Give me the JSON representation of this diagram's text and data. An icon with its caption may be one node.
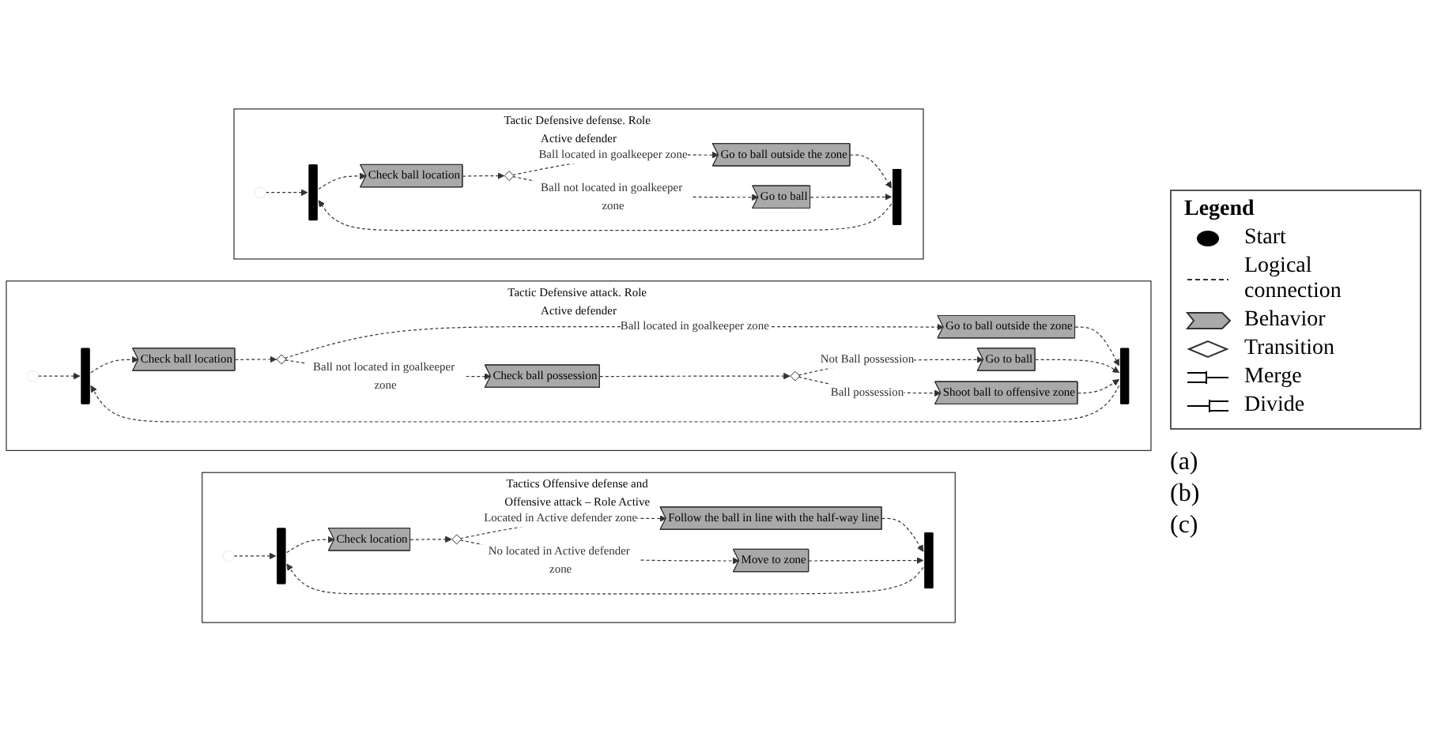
{
  "diagram": {
    "nodes": [
      {
        "text": [
          "Tactic Defensive defense. Role Active defender"
        ]
      },
      {
        "text": [],
        "shape": "circle",
        "in": 0
      },
      {
        "text": [],
        "shape": "bar",
        "in": 0
      },
      {
        "text": [
          "Check ball location"
        ],
        "in": 0
      },
      {
        "text": [],
        "shape": "diamond",
        "in": 0
      },
      {
        "text": [
          "Go to ball outside the zone"
        ],
        "in": 0
      },
      {
        "text": [
          "Go to ball"
        ],
        "in": 0
      },
      {
        "text": [],
        "shape": "bar",
        "in": 0
      },
      {
        "text": [
          "Tactic Defensive attack. Role Active defender"
        ]
      },
      {
        "text": [],
        "shape": "circle",
        "in": 8
      },
      {
        "text": [],
        "shape": "bar",
        "in": 8
      },
      {
        "text": [
          "Check ball location"
        ],
        "in": 8
      },
      {
        "text": [],
        "shape": "diamond",
        "in": 8
      },
      {
        "text": [
          "Go to ball outside the zone"
        ],
        "in": 8
      },
      {
        "text": [
          "Check ball possession"
        ],
        "in": 8
      },
      {
        "text": [],
        "shape": "diamond",
        "in": 8
      },
      {
        "text": [
          "Go to ball"
        ],
        "in": 8
      },
      {
        "text": [
          "Shoot ball to offensive zone"
        ],
        "in": 8
      },
      {
        "text": [],
        "shape": "bar",
        "in": 8
      },
      {
        "text": [
          "Tactics Offensive defense and Offensive attack – Role Active defender"
        ]
      },
      {
        "text": [],
        "shape": "circle",
        "in": 19
      },
      {
        "text": [],
        "shape": "bar",
        "in": 19
      },
      {
        "text": [
          "Check location"
        ],
        "in": 19
      },
      {
        "text": [],
        "shape": "diamond",
        "in": 19
      },
      {
        "text": [
          "Follow the ball in line with the half-way line"
        ],
        "in": 19
      },
      {
        "text": [
          "Move to zone"
        ],
        "in": 19
      },
      {
        "text": [],
        "shape": "bar",
        "in": 19
      }
    ],
    "edges": [
      {
        "from": 1,
        "to": 2,
        "arrow": "to",
        "style": "dashed"
      },
      {
        "from": 2,
        "to": 3,
        "arrow": "to",
        "style": "dashed"
      },
      {
        "from": 3,
        "to": 4,
        "arrow": "to",
        "style": "dashed"
      },
      {
        "from": 4,
        "to": 5,
        "arrow": "to",
        "style": "dashed",
        "label": "Ball located in goalkeeper zone"
      },
      {
        "from": 4,
        "to": 6,
        "arrow": "to",
        "style": "dashed",
        "label": "Ball not located in goalkeeper zone"
      },
      {
        "from": 5,
        "to": 7,
        "arrow": "to",
        "style": "dashed"
      },
      {
        "from": 6,
        "to": 7,
        "arrow": "to",
        "style": "dashed"
      },
      {
        "from": 7,
        "to": 2,
        "arrow": "to",
        "style": "dashed"
      },
      {
        "from": 9,
        "to": 10,
        "arrow": "to",
        "style": "dashed"
      },
      {
        "from": 10,
        "to": 11,
        "arrow": "to",
        "style": "dashed"
      },
      {
        "from": 11,
        "to": 12,
        "arrow": "to",
        "style": "dashed"
      },
      {
        "from": 12,
        "to": 13,
        "arrow": "to",
        "style": "dashed",
        "label": "Ball located in goalkeeper zone"
      },
      {
        "from": 12,
        "to": 14,
        "arrow": "to",
        "style": "dashed",
        "label": "Ball not located in goalkeeper zone"
      },
      {
        "from": 14,
        "to": 15,
        "arrow": "to",
        "style": "dashed"
      },
      {
        "from": 15,
        "to": 16,
        "arrow": "to",
        "style": "dashed",
        "label": "Not Ball possession"
      },
      {
        "from": 15,
        "to": 17,
        "arrow": "to",
        "style": "dashed",
        "label": "Ball possession"
      },
      {
        "from": 13,
        "to": 18,
        "arrow": "to",
        "style": "dashed"
      },
      {
        "from": 16,
        "to": 18,
        "arrow": "to",
        "style": "dashed"
      },
      {
        "from": 17,
        "to": 18,
        "arrow": "to",
        "style": "dashed"
      },
      {
        "from": 18,
        "to": 10,
        "arrow": "to",
        "style": "dashed"
      },
      {
        "from": 20,
        "to": 21,
        "arrow": "to",
        "style": "dashed"
      },
      {
        "from": 21,
        "to": 22,
        "arrow": "to",
        "style": "dashed"
      },
      {
        "from": 22,
        "to": 23,
        "arrow": "to",
        "style": "dashed"
      },
      {
        "from": 23,
        "to": 24,
        "arrow": "to",
        "style": "dashed",
        "label": "Located in Active defender zone"
      },
      {
        "from": 23,
        "to": 25,
        "arrow": "to",
        "style": "dashed",
        "label": "No located in Active defender zone"
      },
      {
        "from": 24,
        "to": 26,
        "arrow": "to",
        "style": "dashed"
      },
      {
        "from": 25,
        "to": 26,
        "arrow": "to",
        "style": "dashed"
      },
      {
        "from": 26,
        "to": 21,
        "arrow": "to",
        "style": "dashed"
      }
    ],
    "labels": [
      "(a)",
      "(b)",
      "(c)",
      "Legend"
    ],
    "legend": [
      {
        "text": "Start"
      },
      {
        "text": "Logical connection"
      },
      {
        "text": "Behavior"
      },
      {
        "text": "Transition"
      },
      {
        "text": "Merge"
      },
      {
        "text": "Divide"
      }
    ]
  }
}
